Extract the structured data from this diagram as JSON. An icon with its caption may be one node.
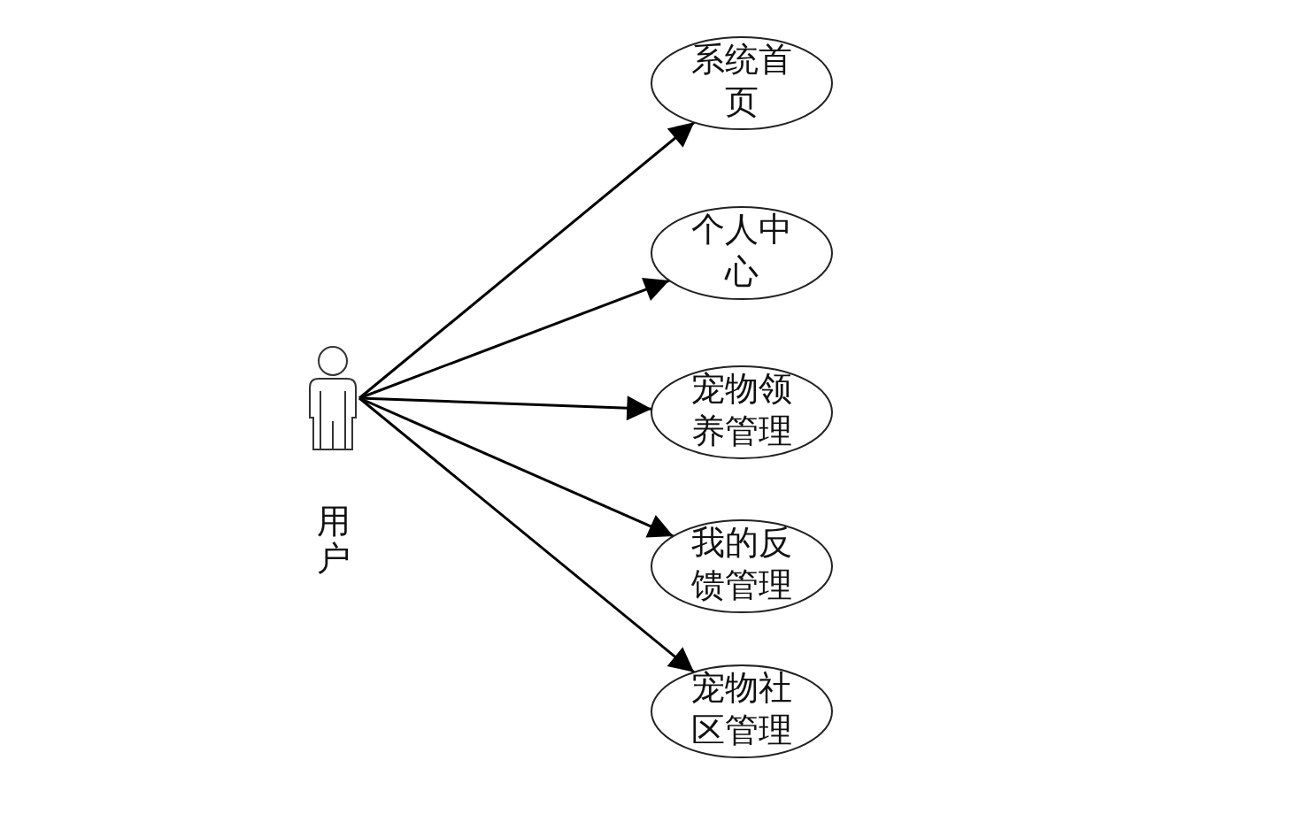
{
  "diagram": {
    "nodes": [
      {
        "text": [
          "用户"
        ]
      },
      {
        "text": [
          "系统首页"
        ]
      },
      {
        "text": [
          "个人中心"
        ]
      },
      {
        "text": [
          "宠物领养管理"
        ]
      },
      {
        "text": [
          "我的反馈管理"
        ]
      },
      {
        "text": [
          "宠物社区管理"
        ]
      }
    ],
    "edges": [
      {
        "from": 0,
        "to": 1,
        "arrow": "to"
      },
      {
        "from": 0,
        "to": 2,
        "arrow": "to"
      },
      {
        "from": 0,
        "to": 3,
        "arrow": "to"
      },
      {
        "from": 0,
        "to": 4,
        "arrow": "to"
      },
      {
        "from": 0,
        "to": 5,
        "arrow": "to"
      }
    ]
  }
}
